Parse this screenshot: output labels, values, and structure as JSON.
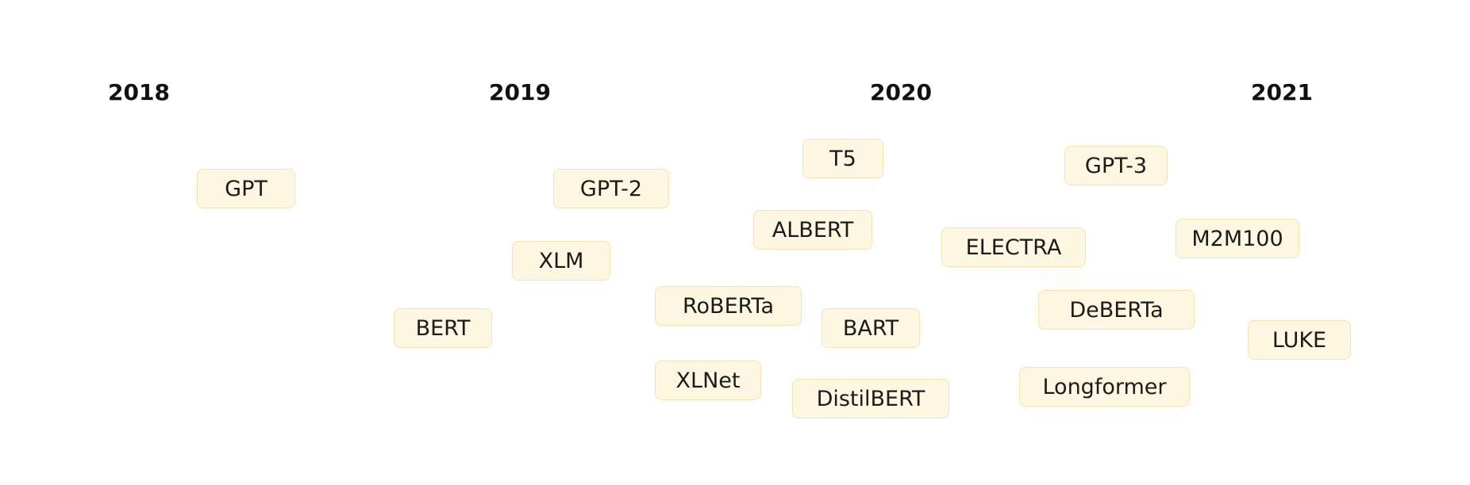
{
  "years": [
    {
      "id": "2018",
      "label": "2018"
    },
    {
      "id": "2019",
      "label": "2019"
    },
    {
      "id": "2020",
      "label": "2020"
    },
    {
      "id": "2021",
      "label": "2021"
    }
  ],
  "models": [
    {
      "id": "gpt",
      "label": "GPT"
    },
    {
      "id": "bert",
      "label": "BERT"
    },
    {
      "id": "gpt-2",
      "label": "GPT-2"
    },
    {
      "id": "xlm",
      "label": "XLM"
    },
    {
      "id": "roberta",
      "label": "RoBERTa"
    },
    {
      "id": "xlnet",
      "label": "XLNet"
    },
    {
      "id": "t5",
      "label": "T5"
    },
    {
      "id": "albert",
      "label": "ALBERT"
    },
    {
      "id": "bart",
      "label": "BART"
    },
    {
      "id": "distilbert",
      "label": "DistilBERT"
    },
    {
      "id": "electra",
      "label": "ELECTRA"
    },
    {
      "id": "gpt-3",
      "label": "GPT-3"
    },
    {
      "id": "deberta",
      "label": "DeBERTa"
    },
    {
      "id": "longformer",
      "label": "Longformer"
    },
    {
      "id": "m2m100",
      "label": "M2M100"
    },
    {
      "id": "luke",
      "label": "LUKE"
    }
  ]
}
